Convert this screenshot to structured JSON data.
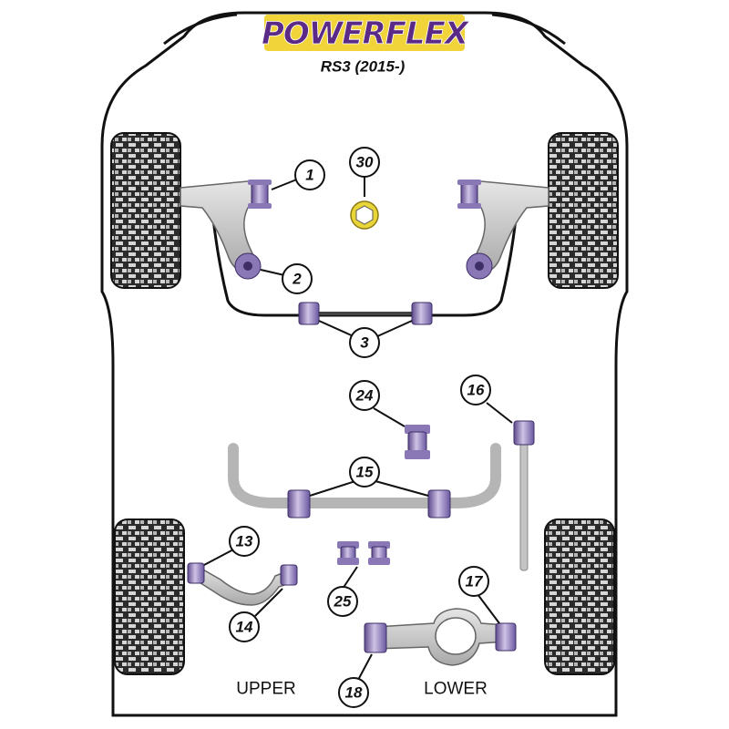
{
  "brand": {
    "logo_text": "POWERFLEX",
    "model": "RS3 (2015-)"
  },
  "sections": {
    "upper": "UPPER",
    "lower": "LOWER"
  },
  "labels": {
    "p1": "1",
    "p2": "2",
    "p3": "3",
    "p13": "13",
    "p14": "14",
    "p15": "15",
    "p16": "16",
    "p17": "17",
    "p18": "18",
    "p24": "24",
    "p25": "25",
    "p30": "30"
  },
  "colors": {
    "bush_purple": "#8a78b6",
    "bush_purple_dark": "#5e4a8c",
    "bush_purple_light": "#cfc3e6",
    "bush_yellow": "#e8d53a",
    "logo_bg": "#f0d43a",
    "logo_text": "#5b2a86",
    "arm_grey": "#c8c8c8",
    "tyre_dark": "#2a2a2a",
    "tyre_light": "#d4d4d4"
  }
}
